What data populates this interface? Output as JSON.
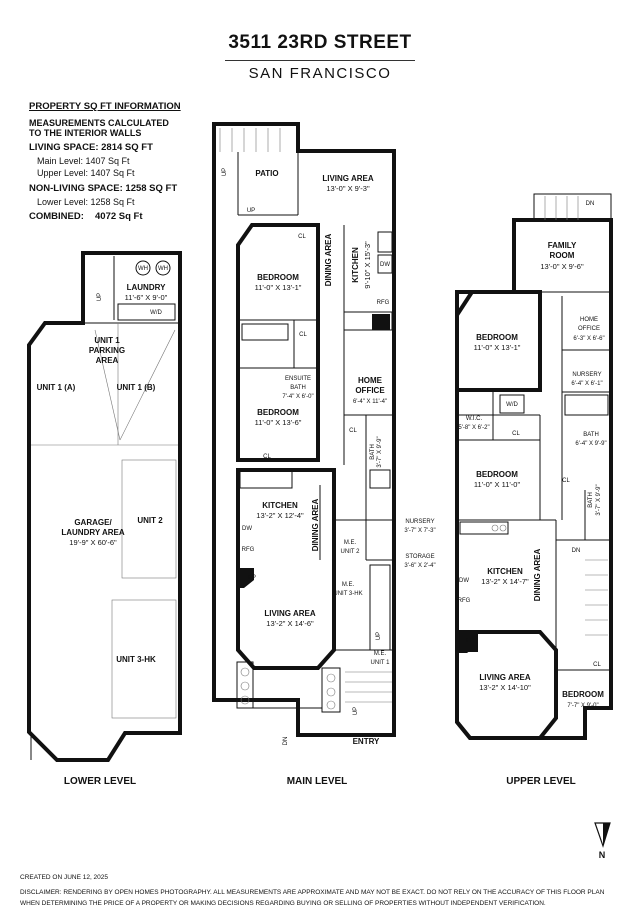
{
  "header": {
    "title": "3511 23RD STREET",
    "subtitle": "SAN FRANCISCO"
  },
  "info": {
    "heading": "PROPERTY SQ FT INFORMATION",
    "measure_line1": "MEASUREMENTS CALCULATED",
    "measure_line2": "TO THE INTERIOR WALLS",
    "living_space": "LIVING SPACE: 2814 SQ FT",
    "main_level": "Main Level: 1407 Sq Ft",
    "upper_level": "Upper Level: 1407 Sq Ft",
    "non_living_space": "NON-LIVING SPACE: 1258 SQ FT",
    "lower_level": "Lower Level: 1258 Sq Ft",
    "combined_label": "COMBINED:",
    "combined_value": "4072 Sq Ft"
  },
  "levels": {
    "lower": "LOWER LEVEL",
    "main": "MAIN LEVEL",
    "upper": "UPPER LEVEL"
  },
  "lower_rooms": {
    "wh": "WH",
    "laundry": "LAUNDRY",
    "laundry_dim": "11'-6\" X 9'-0\"",
    "wd": "W/D",
    "up": "UP",
    "parking1": "UNIT 1",
    "parking2": "PARKING",
    "parking3": "AREA",
    "unit1a": "UNIT 1 (A)",
    "unit1b": "UNIT 1 (B)",
    "garage1": "GARAGE/",
    "garage2": "LAUNDRY AREA",
    "garage_dim": "19'-9\" X 60'-6\"",
    "unit2": "UNIT 2",
    "unit3hk": "UNIT 3-HK"
  },
  "main_rooms": {
    "patio": "PATIO",
    "up": "UP",
    "living": "LIVING AREA",
    "living_dim": "13'-0\" X 9'-3\"",
    "cl": "CL",
    "dining": "DINING AREA",
    "kitchen": "KITCHEN",
    "kitchen_dim": "9'-10\" X 15'-3\"",
    "dw": "DW",
    "rfg": "RFG",
    "bedroom": "BEDROOM",
    "bed1_dim": "11'-0\" X 13'-1\"",
    "ensuite1": "ENSUITE",
    "ensuite2": "BATH",
    "ensuite_dim": "7'-4\" X 6'-0\"",
    "home_office1": "HOME",
    "home_office2": "OFFICE",
    "office_dim": "6'-4\" X 11'-4\"",
    "bed2_dim": "11'-0\" X 13'-6\"",
    "bath": "BATH",
    "bath_dim": "3'-7\" X 9'-9\"",
    "kitchen2_dim": "13'-2\" X 12'-4\"",
    "nursery": "NURSERY",
    "nursery_dim": "3'-7\" X 7'-3\"",
    "storage": "STORAGE",
    "storage_dim": "3'-6\" X 2'-4\"",
    "me_unit2a": "M.E.",
    "me_unit2b": "UNIT 2",
    "me_unit3a": "M.E.",
    "me_unit3b": "UNIT 3-HK",
    "fp": "FP",
    "living2": "LIVING AREA",
    "living2_dim": "13'-2\" X 14'-6\"",
    "me_unit1a": "M.E.",
    "me_unit1b": "UNIT 1",
    "dn": "DN",
    "entry": "ENTRY"
  },
  "upper_rooms": {
    "dn": "DN",
    "family1": "FAMILY",
    "family2": "ROOM",
    "family_dim": "13'-0\" X 9'-6\"",
    "bedroom": "BEDROOM",
    "bed1_dim": "11'-0\" X 13'-1\"",
    "home_office1": "HOME",
    "home_office2": "OFFICE",
    "office_dim": "6'-3\" X 6'-6\"",
    "nursery": "NURSERY",
    "nursery_dim": "6'-4\" X 6'-1\"",
    "wic": "W.I.C.",
    "wic_dim": "5'-8\" X 6'-2\"",
    "wd": "W/D",
    "cl": "CL",
    "bath": "BATH",
    "bath_dim": "6'-4\" X 9'-9\"",
    "bed2_dim": "11'-0\" X 11'-0\"",
    "bath2_dim": "3'-7\" X 9'-9\"",
    "kitchen": "KITCHEN",
    "kitchen_dim": "13'-2\" X 14'-7\"",
    "dining": "DINING AREA",
    "dw": "DW",
    "rfg": "RFG",
    "fp": "FP",
    "living": "LIVING AREA",
    "living_dim": "13'-2\" X 14'-10\"",
    "bed3_dim": "7'-7\" X 9'-0\""
  },
  "compass": "N",
  "footer": {
    "created": "CREATED ON JUNE 12, 2025",
    "disclaimer": "DISCLAIMER: RENDERING BY OPEN HOMES PHOTOGRAPHY. ALL MEASUREMENTS ARE APPROXIMATE AND MAY NOT BE EXACT. DO NOT RELY ON THE ACCURACY OF THIS FLOOR PLAN WHEN DETERMINING THE PRICE OF A PROPERTY OR MAKING DECISIONS REGARDING BUYING OR SELLING OF PROPERTIES WITHOUT INDEPENDENT VERIFICATION."
  }
}
